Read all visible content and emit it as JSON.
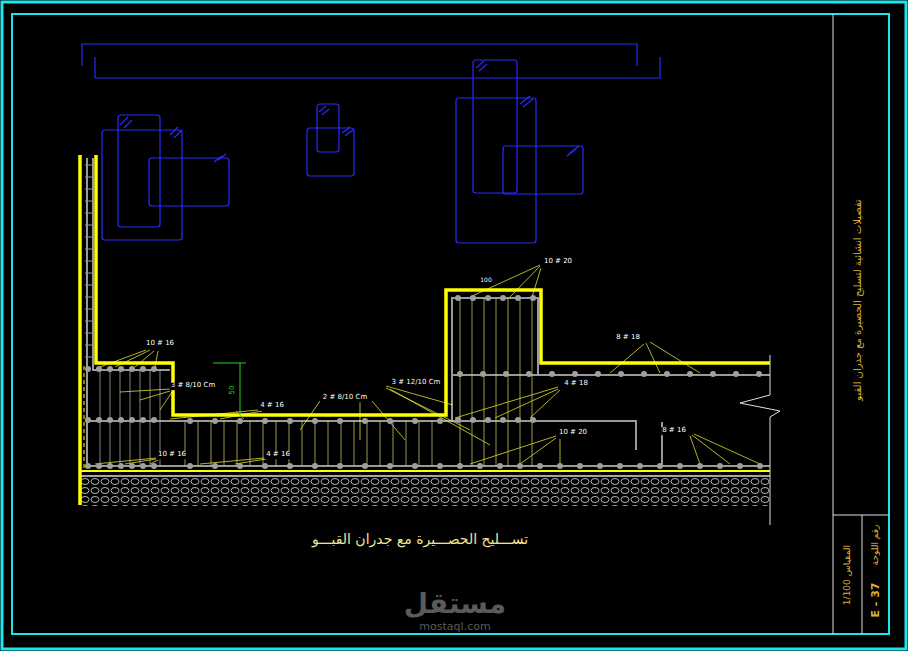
{
  "diagram": {
    "title": "تســـليح الحصـــيرة مع جدران القبـــو",
    "labels": [
      "10 # 16",
      "3 # 8/10 Cm",
      "50",
      "4 # 16",
      "2 # 8/10 Cm",
      "3 # 12/10 Cm",
      "10 # 20",
      "100",
      "8 # 18",
      "4 # 18",
      "10 # 20",
      "8 # 16",
      "10 # 16",
      "4 # 16",
      "تفصيلات انشائية لتسليح الحصيرة مع جدران القبو",
      "المقياس 1/100",
      "رقم اللوحة",
      "E - 37",
      "مستقل",
      "mostaql.com"
    ]
  }
}
